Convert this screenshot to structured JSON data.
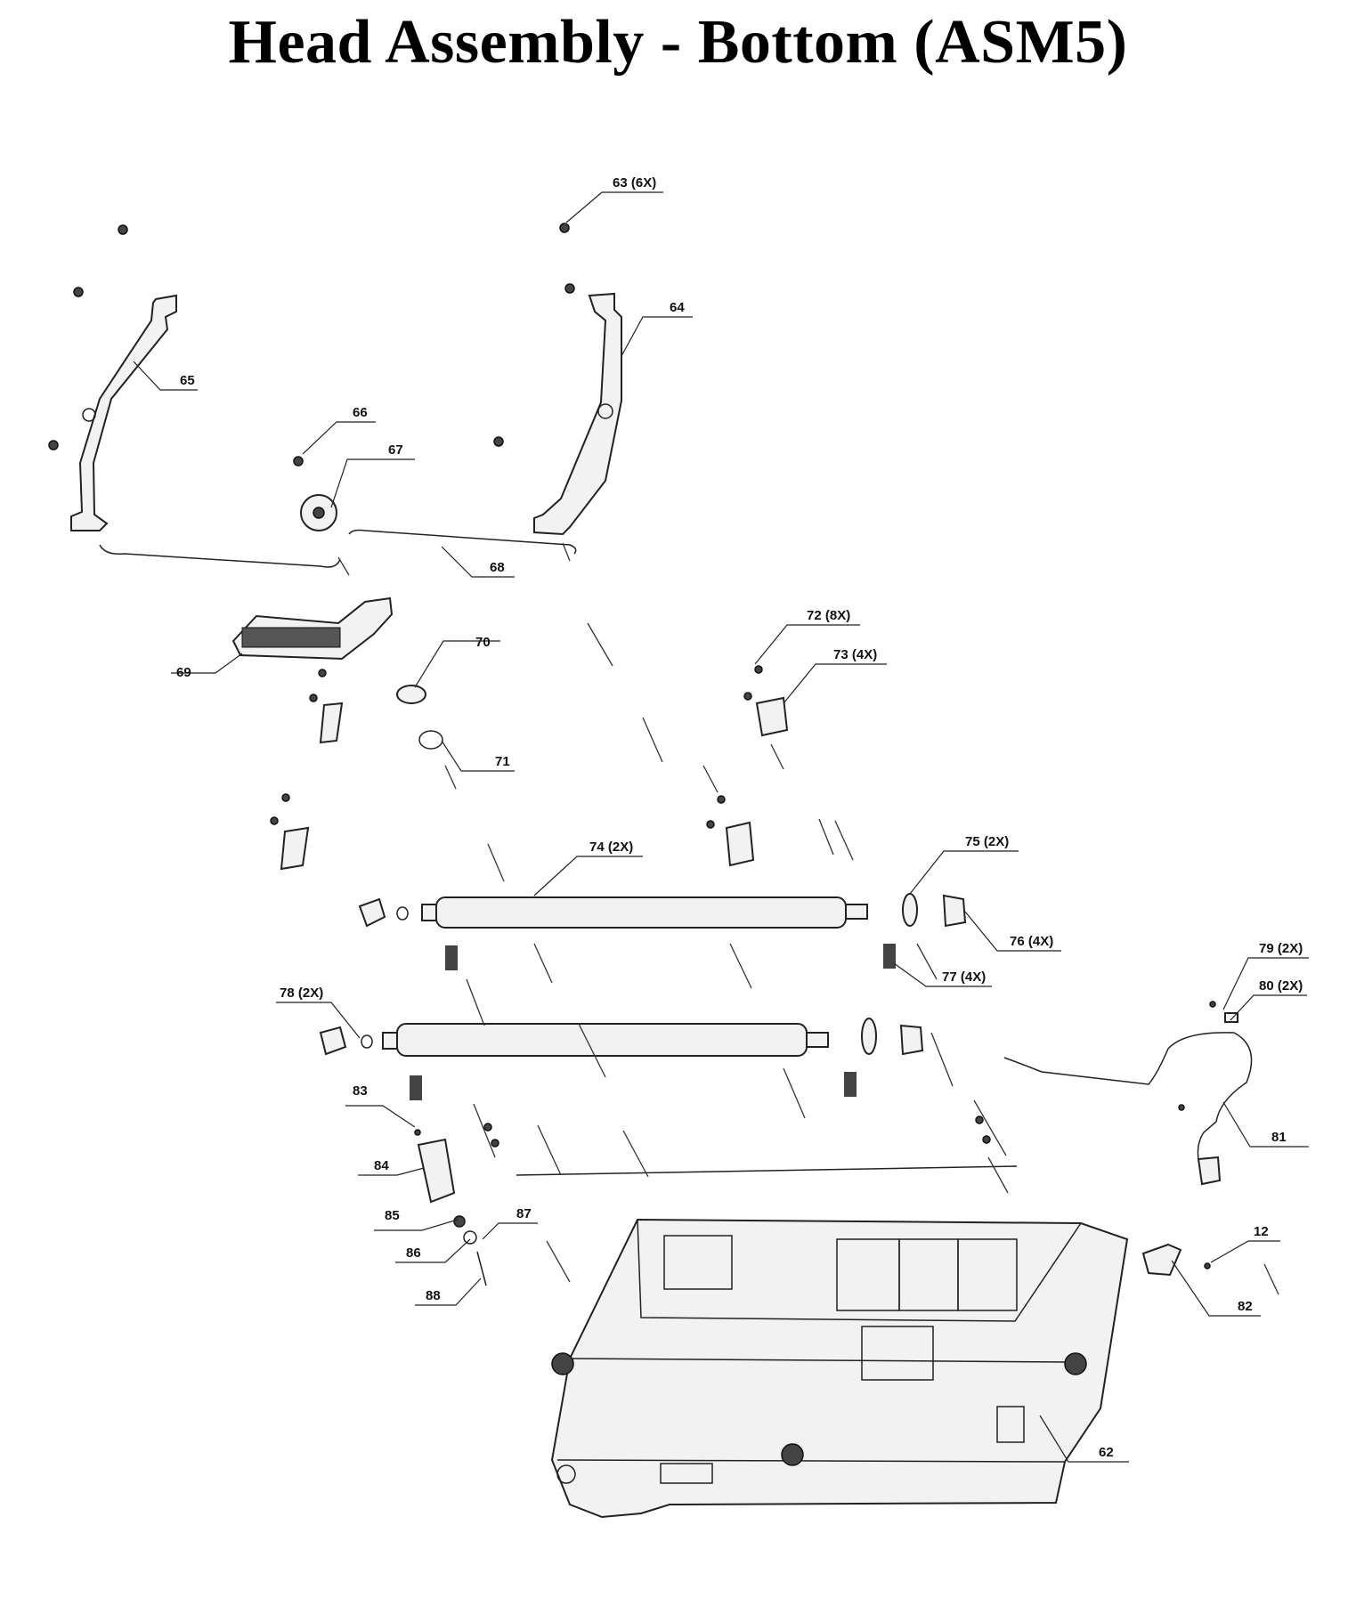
{
  "title": "Head Assembly - Bottom (ASM5)",
  "callouts": {
    "c63": "63 (6X)",
    "c64": "64",
    "c65": "65",
    "c66": "66",
    "c67": "67",
    "c68": "68",
    "c69": "69",
    "c70": "70",
    "c71": "71",
    "c72": "72 (8X)",
    "c73": "73 (4X)",
    "c74": "74 (2X)",
    "c75": "75 (2X)",
    "c76": "76 (4X)",
    "c77": "77 (4X)",
    "c78": "78 (2X)",
    "c79": "79 (2X)",
    "c80": "80 (2X)",
    "c81": "81",
    "c82": "82",
    "c83": "83",
    "c84": "84",
    "c85": "85",
    "c86": "86",
    "c87": "87",
    "c88": "88",
    "c12": "12",
    "c62": "62"
  }
}
